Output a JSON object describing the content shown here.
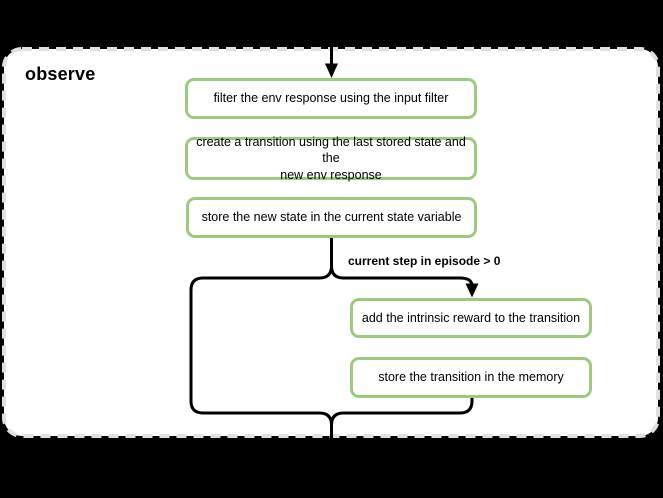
{
  "diagram": {
    "group_label": "observe",
    "condition_label": "current step in episode > 0",
    "nodes": [
      {
        "id": "filter-env-response",
        "label": "filter the env response using the input filter"
      },
      {
        "id": "create-transition",
        "label": "create a transition using the last stored state and the\nnew env response"
      },
      {
        "id": "store-new-state",
        "label": "store the new state in the current state variable"
      },
      {
        "id": "add-intrinsic-reward",
        "label": "add the intrinsic reward to the transition"
      },
      {
        "id": "store-transition",
        "label": "store the transition in the memory"
      }
    ],
    "colors": {
      "background": "#000000",
      "container_fill": "#ffffff",
      "container_border": "#e0e0e0",
      "node_border": "#9dca80",
      "connector": "#000000"
    }
  }
}
